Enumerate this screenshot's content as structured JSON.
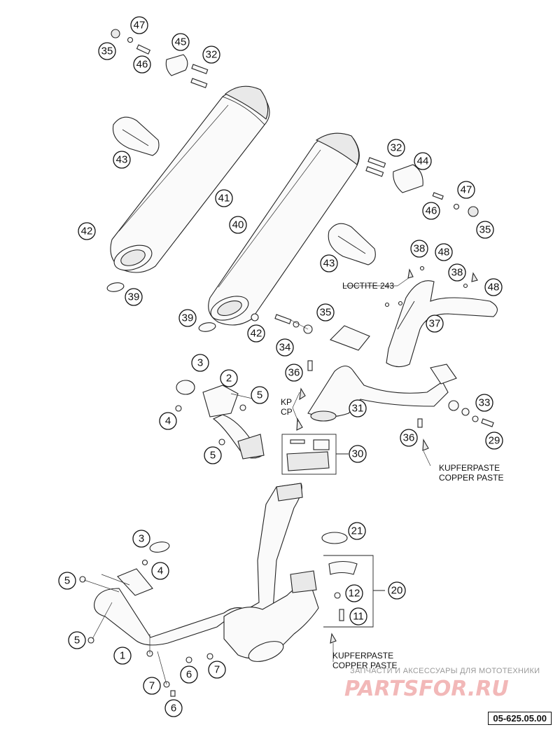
{
  "diagram": {
    "reference_number": "05-625.05.00",
    "notes": {
      "loctite": "LOCTITE 243",
      "kp": "KP",
      "cp": "CP",
      "kupferpaste": "KUPFERPASTE",
      "copper_paste": "COPPER PASTE"
    },
    "watermark": {
      "subtitle": "ЗАПЧАСТИ И АКСЕССУАРЫ ДЛЯ МОТОТЕХНИКИ",
      "brand": "PARTSFOR.RU"
    },
    "callouts": [
      {
        "label": "47"
      },
      {
        "label": "35"
      },
      {
        "label": "46"
      },
      {
        "label": "45"
      },
      {
        "label": "32"
      },
      {
        "label": "43"
      },
      {
        "label": "41"
      },
      {
        "label": "42"
      },
      {
        "label": "39"
      },
      {
        "label": "40"
      },
      {
        "label": "32"
      },
      {
        "label": "44"
      },
      {
        "label": "47"
      },
      {
        "label": "46"
      },
      {
        "label": "35"
      },
      {
        "label": "43"
      },
      {
        "label": "38"
      },
      {
        "label": "48"
      },
      {
        "label": "38"
      },
      {
        "label": "48"
      },
      {
        "label": "37"
      },
      {
        "label": "39"
      },
      {
        "label": "42"
      },
      {
        "label": "35"
      },
      {
        "label": "34"
      },
      {
        "label": "36"
      },
      {
        "label": "31"
      },
      {
        "label": "3"
      },
      {
        "label": "2"
      },
      {
        "label": "5"
      },
      {
        "label": "4"
      },
      {
        "label": "5"
      },
      {
        "label": "30"
      },
      {
        "label": "33"
      },
      {
        "label": "29"
      },
      {
        "label": "36"
      },
      {
        "label": "21"
      },
      {
        "label": "3"
      },
      {
        "label": "4"
      },
      {
        "label": "5"
      },
      {
        "label": "20"
      },
      {
        "label": "12"
      },
      {
        "label": "11"
      },
      {
        "label": "5"
      },
      {
        "label": "1"
      },
      {
        "label": "6"
      },
      {
        "label": "7"
      },
      {
        "label": "7"
      },
      {
        "label": "6"
      }
    ]
  }
}
